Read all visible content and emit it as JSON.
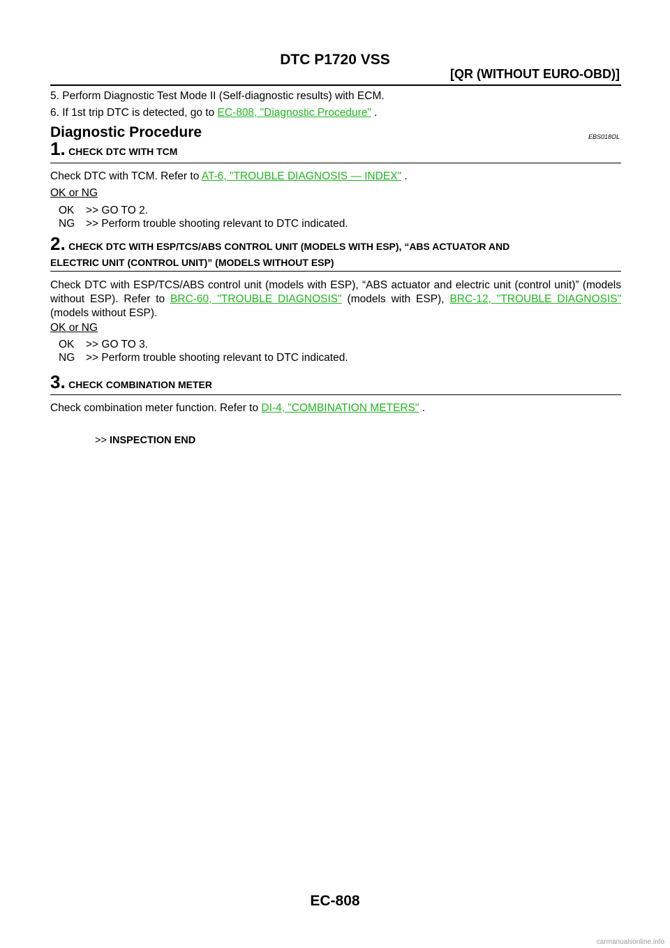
{
  "header": {
    "title": "DTC P1720 VSS",
    "section": "[QR (WITHOUT EURO-OBD)]"
  },
  "intro": {
    "item5": "5.  Perform Diagnostic Test Mode II (Self-diagnostic results) with ECM.",
    "item6_prefix": "6.  If 1st trip DTC is detected, go to ",
    "item6_link": "EC-808, \"Diagnostic Procedure\"",
    "item6_suffix": " ."
  },
  "procedure": {
    "title": "Diagnostic Procedure",
    "code": "EBS018OL"
  },
  "step1": {
    "num": "1.",
    "title": "CHECK DTC WITH TCM",
    "text_prefix": "Check DTC with TCM. Refer to ",
    "link": "AT-6, \"TROUBLE DIAGNOSIS — INDEX\"",
    "text_suffix": " .",
    "oknq": "OK or NG",
    "ok_key": "OK",
    "ok_val": ">> GO TO 2.",
    "ng_key": "NG",
    "ng_val": ">> Perform trouble shooting relevant to DTC indicated."
  },
  "step2": {
    "num": "2.",
    "title_line1": "CHECK DTC WITH ESP/TCS/ABS CONTROL UNIT (MODELS WITH ESP), “ABS ACTUATOR AND",
    "title_line2": "ELECTRIC UNIT (CONTROL UNIT)” (MODELS WITHOUT ESP)",
    "text_a": "Check DTC with ESP/TCS/ABS control unit (models with ESP), “ABS actuator and electric unit (control unit)” (models without ESP). Refer to ",
    "link1": "BRC-60, \"TROUBLE DIAGNOSIS\"",
    "text_b": "  (models with ESP), ",
    "link2": "BRC-12, \"TROUBLE DIAGNOSIS\"",
    "text_c": "  (models without ESP).",
    "oknq": "OK or NG",
    "ok_key": "OK",
    "ok_val": ">> GO TO 3.",
    "ng_key": "NG",
    "ng_val": ">> Perform trouble shooting relevant to DTC indicated."
  },
  "step3": {
    "num": "3.",
    "title": "CHECK COMBINATION METER",
    "text_prefix": "Check combination meter function. Refer to ",
    "link": "DI-4, \"COMBINATION METERS\"",
    "text_suffix": " .",
    "end_prefix": ">>",
    "end_text": "INSPECTION END"
  },
  "footer": {
    "page": "EC-808",
    "watermark": "carmanualsonline.info"
  }
}
